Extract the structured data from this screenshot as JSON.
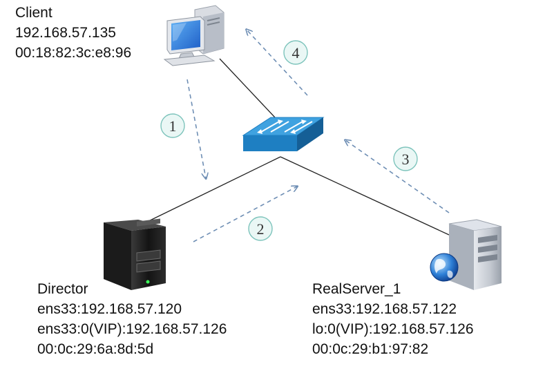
{
  "nodes": {
    "client": {
      "name": "Client",
      "lines": [
        "192.168.57.135",
        "00:18:82:3c:e8:96"
      ],
      "icon": "desktop-computer-icon"
    },
    "director": {
      "name": "Director",
      "lines": [
        "ens33:192.168.57.120",
        "ens33:0(VIP):192.168.57.126",
        "00:0c:29:6a:8d:5d"
      ],
      "icon": "server-tower-icon"
    },
    "realserver": {
      "name": "RealServer_1",
      "lines": [
        "ens33:192.168.57.122",
        "lo:0(VIP):192.168.57.126",
        "00:0c:29:b1:97:82"
      ],
      "icon": "web-server-icon"
    },
    "switch": {
      "icon": "network-switch-icon"
    }
  },
  "steps": [
    "1",
    "2",
    "3",
    "4"
  ],
  "colors": {
    "arrow": "#6e8eb4",
    "step_circle_fill": "#eaf7f5",
    "step_circle_stroke": "#7cc3bb",
    "link": "#222222",
    "switch": "#1e7fc2"
  }
}
